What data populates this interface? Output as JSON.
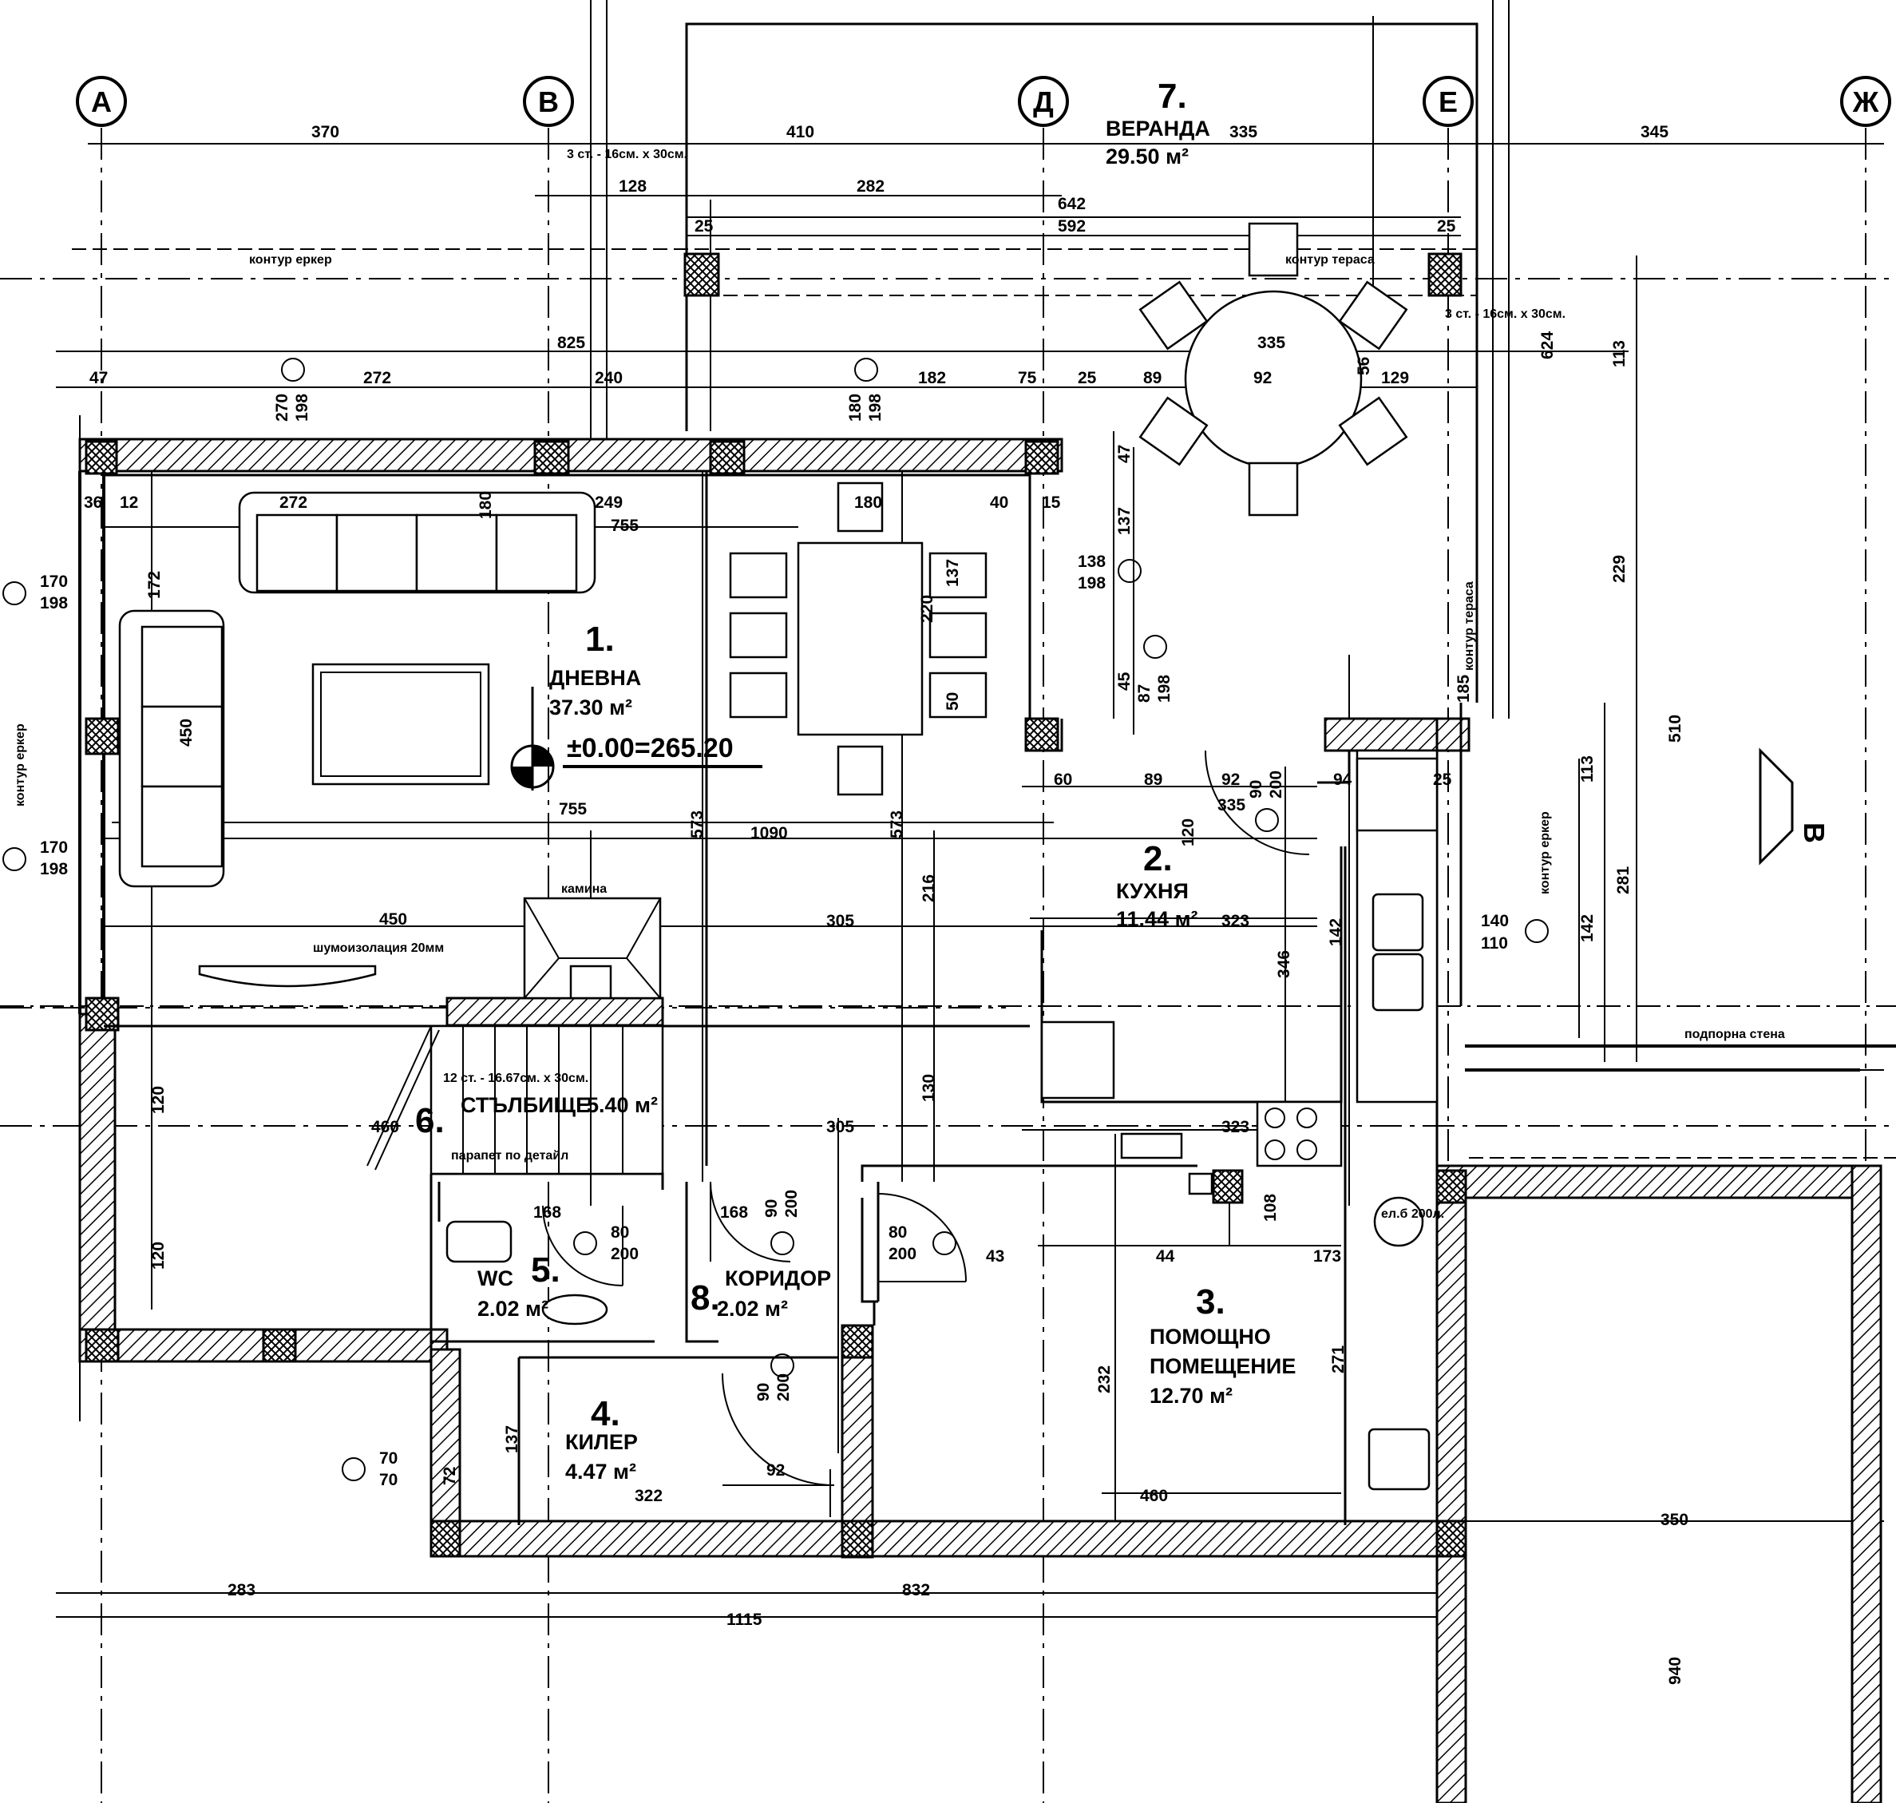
{
  "axes": [
    "А",
    "В",
    "Д",
    "Е",
    "Ж"
  ],
  "rooms": [
    {
      "number": "1.",
      "name": "ДНЕВНА",
      "area": "37.30 м²"
    },
    {
      "number": "2.",
      "name": "КУХНЯ",
      "area": "11.44 м²"
    },
    {
      "number": "3.",
      "name": "ПОМОЩНО",
      "name2": "ПОМЕЩЕНИЕ",
      "area": "12.70 м²"
    },
    {
      "number": "4.",
      "name": "КИЛЕР",
      "area": "4.47 м²"
    },
    {
      "number": "5.",
      "name": "WC",
      "area": "2.02 м²"
    },
    {
      "number": "6.",
      "name": "СТЪЛБИЩЕ",
      "area": "5.40 м²"
    },
    {
      "number": "7.",
      "name": "ВЕРАНДА",
      "area": "29.50 м²"
    },
    {
      "number": "8.",
      "name": "КОРИДОР",
      "area": "2.02 м²"
    }
  ],
  "level_mark": "±0.00=265.20",
  "section_mark": "В",
  "notes": {
    "kontur_erker": "контур еркер",
    "kontur_terasa": "контур тераса",
    "stairs_top": "3 ст. - 16см. х 30см.",
    "stairs_right": "3 ст. - 16см. х 30см.",
    "stairs_main": "12 ст. - 16.67см. х 30см.",
    "kamina": "камина",
    "parapet": "парапет по детайл",
    "podporna": "подпорна стена",
    "shumo": "шумоизолация 20мм",
    "el_b": "ел.б 200л."
  },
  "openings": {
    "w1": {
      "a": "170",
      "b": "198"
    },
    "w2": {
      "a": "170",
      "b": "198"
    },
    "w3": {
      "a": "270",
      "b": "198"
    },
    "w4": {
      "a": "180",
      "b": "198"
    },
    "w5": {
      "a": "138",
      "b": "198"
    },
    "w6": {
      "a": "87",
      "b": "198"
    },
    "w7": {
      "a": "140",
      "b": "110"
    },
    "w8": {
      "a": "70",
      "b": "70"
    },
    "d1": {
      "a": "80",
      "b": "200"
    },
    "d2": {
      "a": "80",
      "b": "200"
    },
    "d3": {
      "a": "90",
      "b": "200"
    },
    "d4": {
      "a": "90",
      "b": "200"
    },
    "d5": {
      "a": "90",
      "b": "200"
    }
  },
  "dims": {
    "ab": "370",
    "bd": "410",
    "de": "335",
    "ej": "345",
    "d128": "128",
    "d282": "282",
    "d642": "642",
    "d592": "592",
    "d25a": "25",
    "d25b": "25",
    "d47": "47",
    "d272": "272",
    "d825": "825",
    "d240": "240",
    "d182": "182",
    "d75": "75",
    "d25c": "25",
    "d89": "89",
    "d92": "92",
    "d129": "129",
    "d335b": "335",
    "d56": "56",
    "d272b": "272",
    "d249": "249",
    "d755": "755",
    "d180": "180",
    "d40": "40",
    "d15": "15",
    "d36": "36",
    "d12": "12",
    "d755b": "755",
    "d1090": "1090",
    "d573a": "573",
    "d573b": "573",
    "d216": "216",
    "d60": "60",
    "d89b": "89",
    "d92b": "92",
    "d335c": "335",
    "d94": "94",
    "d25d": "25",
    "d323": "323",
    "d346": "346",
    "d142": "142",
    "d305a": "305",
    "d450": "450",
    "d305b": "305",
    "d130": "130",
    "d120a": "120",
    "d120b": "120",
    "d460a": "460",
    "d323b": "323",
    "d43": "43",
    "d44": "44",
    "d173": "173",
    "d232": "232",
    "d271": "271",
    "d460b": "460",
    "d322": "322",
    "d92c": "92",
    "d137": "137",
    "d72": "72",
    "d283": "283",
    "d832": "832",
    "d1115": "1115",
    "d350": "350",
    "d940": "940",
    "d510": "510",
    "d281": "281",
    "d113": "113",
    "d142b": "142",
    "d229": "229",
    "d113b": "113",
    "d624": "624",
    "d172": "172",
    "d450b": "450",
    "d137b": "137",
    "d47b": "47",
    "d220": "220",
    "d50": "50",
    "d137c": "137",
    "d45": "45",
    "d168": "168",
    "d108": "108",
    "d180b": "180",
    "d120c": "120",
    "d185": "185"
  }
}
